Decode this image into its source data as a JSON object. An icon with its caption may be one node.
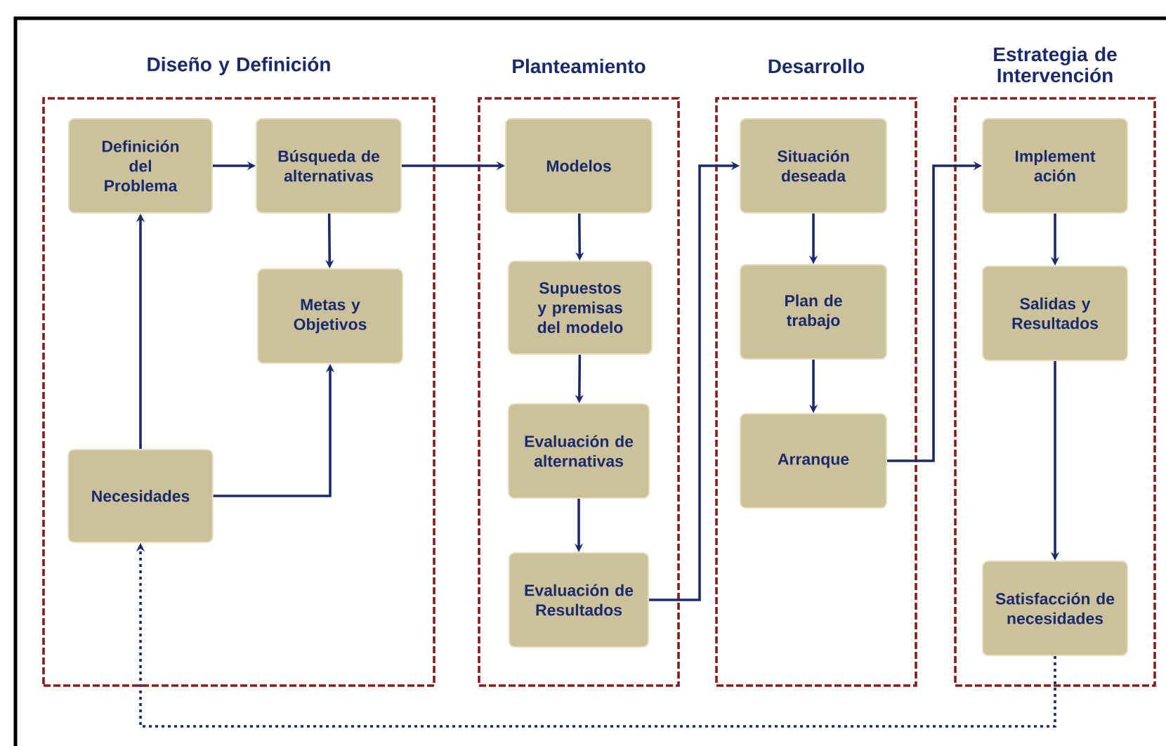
{
  "diagram": {
    "nodes": [
      {
        "text": [
          "Diseño y Definición"
        ]
      },
      {
        "text": [
          "Definición del Problema"
        ],
        "in": 0
      },
      {
        "text": [
          "Búsqueda de alternativas"
        ],
        "in": 0
      },
      {
        "text": [
          "Metas y Objetivos"
        ],
        "in": 0
      },
      {
        "text": [
          "Necesidades"
        ],
        "in": 0
      },
      {
        "text": [
          "Planteamiento"
        ]
      },
      {
        "text": [
          "Modelos"
        ],
        "in": 5
      },
      {
        "text": [
          "Supuestos y premisas del modelo"
        ],
        "in": 5
      },
      {
        "text": [
          "Evaluación de alternativas"
        ],
        "in": 5
      },
      {
        "text": [
          "Evaluación de Resultados"
        ],
        "in": 5
      },
      {
        "text": [
          "Desarrollo"
        ]
      },
      {
        "text": [
          "Situación deseada"
        ],
        "in": 10
      },
      {
        "text": [
          "Plan de trabajo"
        ],
        "in": 10
      },
      {
        "text": [
          "Arranque"
        ],
        "in": 10
      },
      {
        "text": [
          "Estrategia de Intervención"
        ]
      },
      {
        "text": [
          "Implement ación"
        ],
        "in": 14
      },
      {
        "text": [
          "Salidas y Resultados"
        ],
        "in": 14
      },
      {
        "text": [
          "Satisfacción de necesidades"
        ],
        "in": 14
      }
    ],
    "edges": [
      {
        "from": 1,
        "to": 2,
        "arrow": "to"
      },
      {
        "from": 2,
        "to": 3,
        "arrow": "to"
      },
      {
        "from": 4,
        "to": 1,
        "arrow": "to"
      },
      {
        "from": 4,
        "to": 3,
        "arrow": "to"
      },
      {
        "from": 2,
        "to": 6,
        "arrow": "to"
      },
      {
        "from": 6,
        "to": 7,
        "arrow": "to"
      },
      {
        "from": 7,
        "to": 8,
        "arrow": "to"
      },
      {
        "from": 8,
        "to": 9,
        "arrow": "to"
      },
      {
        "from": 9,
        "to": 11,
        "arrow": "to"
      },
      {
        "from": 11,
        "to": 12,
        "arrow": "to"
      },
      {
        "from": 12,
        "to": 13,
        "arrow": "to"
      },
      {
        "from": 13,
        "to": 15,
        "arrow": "to"
      },
      {
        "from": 15,
        "to": 16,
        "arrow": "to"
      },
      {
        "from": 16,
        "to": 17,
        "arrow": "to"
      },
      {
        "from": 17,
        "to": 4,
        "arrow": "to",
        "style": "dashed"
      }
    ]
  }
}
